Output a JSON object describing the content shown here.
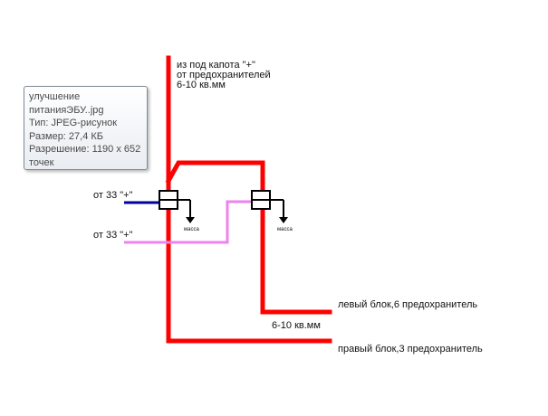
{
  "labels": {
    "top_supply_line1": "из под капота \"+\"",
    "top_supply_line2": "от предохранителей",
    "top_supply_line3": "6-10 кв.мм",
    "input1": "от 33 \"+\"",
    "input2": "от 33 \"+\"",
    "ground1": "масса",
    "ground2": "масса",
    "left_block": "левый блок,6 предохранитель",
    "wire_size": "6-10 кв.мм",
    "right_block": "правый блок,3 предохранитель"
  },
  "tooltip": {
    "line1": "улучшение",
    "line2": "питанияЭБУ..jpg",
    "line3": "Тип: JPEG-рисунок",
    "line4": "Размер: 27,4 КБ",
    "line5": "Разрешение: 1190 x 652",
    "line6": "точек"
  },
  "colors": {
    "power_wire": "#ff0000",
    "control_wire_1": "#0000a0",
    "control_wire_2": "#ee82ee",
    "relay": "#000000"
  }
}
